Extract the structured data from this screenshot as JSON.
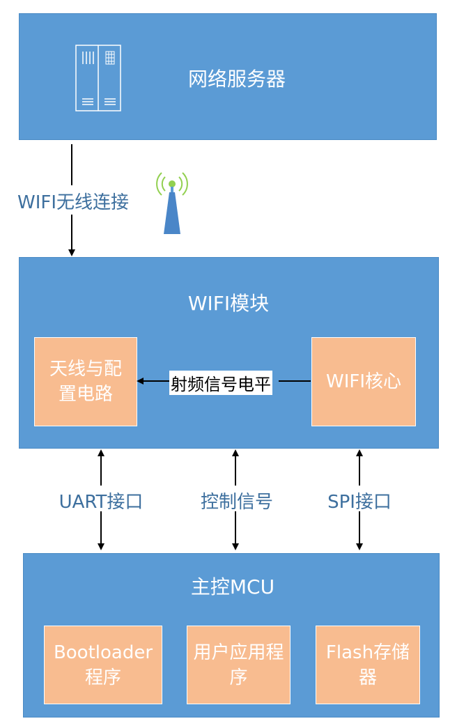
{
  "server": {
    "title": "网络服务器"
  },
  "link_wifi": {
    "label": "WIFI无线连接"
  },
  "wifi_module": {
    "title": "WIFI模块",
    "antenna_box": "天线与配置电路",
    "core_box": "WIFI核心",
    "signal_label": "射频信号电平"
  },
  "interfaces": {
    "uart": "UART接口",
    "control": "控制信号",
    "spi": "SPI接口"
  },
  "mcu": {
    "title": "主控MCU",
    "bootloader": "Bootloader程序",
    "user_app": "用户应用程序",
    "flash": "Flash存储器"
  },
  "colors": {
    "blue": "#5B9BD5",
    "orange": "#F8BC90",
    "label_text": "#3d6f9e"
  },
  "icons": [
    "server-icon",
    "antenna-icon"
  ]
}
